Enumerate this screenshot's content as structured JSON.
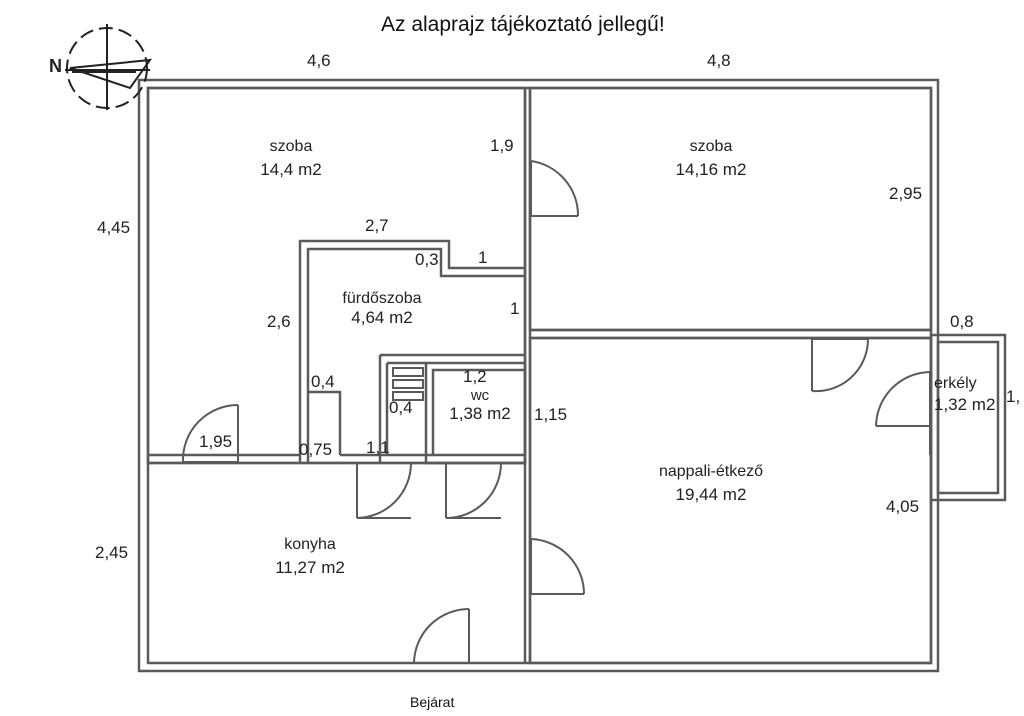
{
  "title": "Az alaprajz tájékoztató  jellegű!",
  "compass_letter": "N",
  "rooms": [
    {
      "name": "szoba",
      "area": "14,4 m2"
    },
    {
      "name": "szoba",
      "area": "14,16 m2"
    },
    {
      "name": "fürdőszoba",
      "area": "4,64 m2"
    },
    {
      "name": "wc",
      "area": "1,38 m2"
    },
    {
      "name": "konyha",
      "area": "11,27 m2"
    },
    {
      "name": "nappali-étkező",
      "area": "19,44 m2"
    },
    {
      "name": "erkély",
      "area": "1,32 m2"
    }
  ],
  "dimensions": {
    "top_left_width": "4,6",
    "top_right_width": "4,8",
    "left_room_height": "4,45",
    "kitchen_height": "2,45",
    "door_width_19": "1,9",
    "right_room_height": "2,95",
    "bath_top": "2,7",
    "bath_step": "0,3",
    "bath_step_width": "1",
    "bath_right": "1",
    "bath_left": "2,6",
    "bath_inner_04": "0,4",
    "wc_width": "1,2",
    "wc_inner_04": "0,4",
    "wc_side": "1,15",
    "door_195": "1,95",
    "door_075": "0,75",
    "door_11": "1,1",
    "balcony_width": "0,8",
    "balcony_depth_partial": "1,",
    "living_height": "4,05"
  },
  "entrance_label": "Bejárat"
}
